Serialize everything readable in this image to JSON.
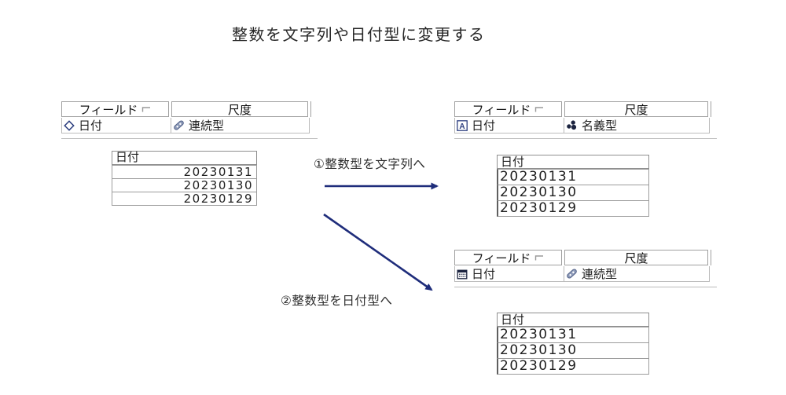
{
  "page": {
    "title": "整数を文字列や日付型に変更する"
  },
  "colors": {
    "arrow": "#1f2d7b",
    "icon_navy": "#2c3e7f",
    "icon_dark": "#1c2440",
    "icon_steel": "#8d9ab8",
    "border_gray": "#a0a0a0"
  },
  "field_header": {
    "field": "フィールド",
    "scale": "尺度"
  },
  "groups": {
    "source": {
      "field": "日付",
      "field_icon": "diamond-icon",
      "scale": "連続型",
      "scale_icon": "continuous-icon",
      "data_header": "日付",
      "rows": [
        "20230131",
        "20230130",
        "20230129"
      ]
    },
    "to_string": {
      "field": "日付",
      "field_icon": "string-icon",
      "scale": "名義型",
      "scale_icon": "nominal-icon",
      "data_header": "日付",
      "rows": [
        "20230131",
        "20230130",
        "20230129"
      ]
    },
    "to_date": {
      "field": "日付",
      "field_icon": "calendar-icon",
      "scale": "連続型",
      "scale_icon": "continuous-icon",
      "data_header": "日付",
      "rows": [
        "20230131",
        "20230130",
        "20230129"
      ]
    }
  },
  "annotations": {
    "arrow1_label": "①整数型を文字列へ",
    "arrow2_label": "②整数型を日付型へ"
  },
  "icons": {
    "string_badge_letter": "A"
  }
}
